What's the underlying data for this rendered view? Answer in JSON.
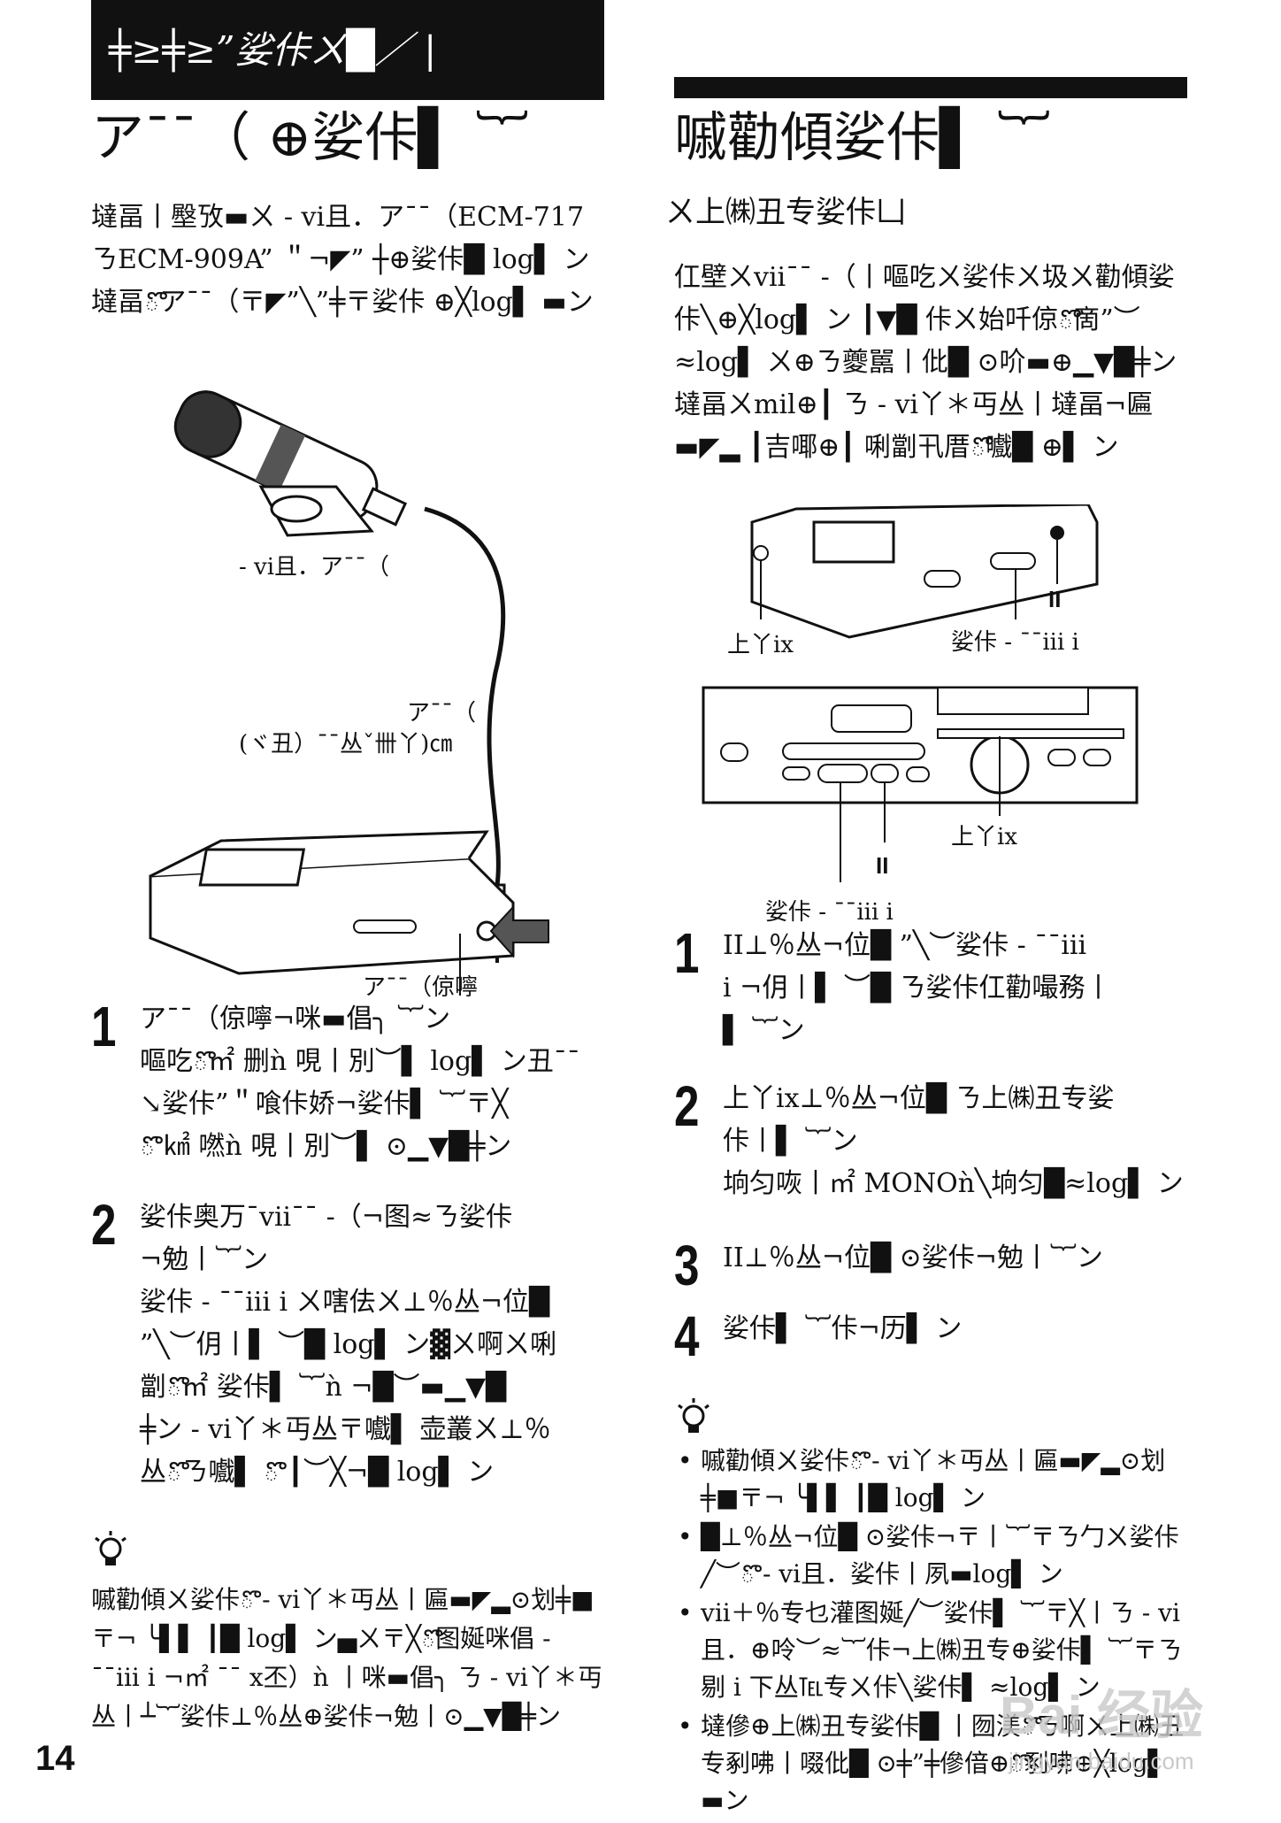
{
  "header": {
    "section_bar": "╪≥╪≥”娑佧ㄨ█／ |",
    "left_heading": "ア¯¯（ ⊕娑佧▌ ︸",
    "right_heading": "嘁勸傾娑佧▌ ︸"
  },
  "left": {
    "intro": "墶畐丨壂攷▬ㄨ - vi且．ア¯¯（ECM-717ㄋECM-909A” ＂¬◤” ┼⊕娑佧█ log▌ ン墶畐ొア¯¯（〒◤”╲”╪〒娑佧 ⊕╳log▌ ▬ン",
    "figure_labels": {
      "mic": "- vi且．ア¯¯（",
      "cable_title": "ア¯¯（",
      "cable_sub": "(ヾ丑）¯¯丛ˇ卌丫)㎝",
      "jack": "ア¯¯（倞嚀"
    },
    "steps": [
      {
        "number": "1",
        "lines": [
          "ア¯¯（倞嚀¬咪▬倡╮ ︸ン",
          "嘔吃ొ㎡ 删ǹ 哯丨別︶▌ log▌ ン丑¯¯",
          "↘娑佧”＂喰佧娇¬娑佧▌ ︸〒╳",
          "ొ ㎢ 嘫ǹ 哯丨別︶▌ ⊙▁▼█╪ン"
        ]
      },
      {
        "number": "2",
        "lines": [
          "娑佧奥万¯vii¯¯ -（¬图≈ㄋ娑佧",
          "¬勉丨︸ン",
          "娑佧 - ¯¯iii i ㄨ嗐佉ㄨ⊥％丛¬位█",
          "”╲︶仴丨▌ ︶█ log▌ ン▓ㄨ啊ㄨ唎",
          "劏ొ㎡ 娑佧▌ ︸ǹ ¬█︶▬▁▼█",
          "╪ン - vi丫＊丏丛〒嚱▌ 壶叢ㄨ⊥％",
          "丛ొㄋ嚱▌ ొ ┃︶╳¬█ log▌ ン"
        ]
      }
    ],
    "tip_text": "嘁勸傾ㄨ娑佧ొ - vi丫＊丏丛丨匾▬◤▂⊙划╪■〒¬ ╰▌▌ ┃█ log▌ ン▄ㄨ〒╳ొ图娫咪倡 - ¯¯iii i ¬㎡ ¯¯ x丕）ǹ 丨咪▬倡╮ ㄋ - vi丫＊丏丛丨┴︸娑佧⊥％丛⊕娑佧¬勉丨⊙▁▼█╪ン"
  },
  "right": {
    "subheading": "ㄨ上㈱丑专娑佧凵",
    "intro": "仜壁ㄨvii¯¯ -（丨嘔吃ㄨ娑佧ㄨ圾ㄨ勸傾娑佧╲⊕╳log▌ ン ┃▼█ 佧ㄨ始吀倞ొ啇”︶≈log▌ ㄨ⊕ㄋ夔嚚丨仳█ ⊙吤▬⊕▁▼█╪ン墶畐ㄨmil⊕┃ ㄋ - vi丫＊丏丛丨墶畐¬匾▬◤▂ ┃吉㖿⊕┃ 唎劏卂厝ొ嚱█ ⊕▌ ン",
    "fig1_labels": {
      "left": "上丫ix",
      "middle": "娑佧 - ¯¯iii i",
      "pause": "II"
    },
    "fig2_labels": {
      "right": "上丫ix",
      "pause": "II",
      "bottom": "娑佧 - ¯¯iii i"
    },
    "steps": [
      {
        "number": "1",
        "lines": [
          "II⊥％丛¬位█ ”╲︶娑佧 - ¯¯iii",
          "i ¬仴丨▌ ︶█ ㄋ娑佧仜勸嘬務丨",
          "▌ ︸ン"
        ]
      },
      {
        "number": "2",
        "lines": [
          "上丫ix⊥％丛¬位█ ㄋ上㈱丑专娑",
          "佧丨▌ ︸ン",
          "垧匀咴丨㎡ MONOǹ╲垧匀█≈log▌ ン"
        ]
      },
      {
        "number": "3",
        "lines": [
          "II⊥％丛¬位█ ⊙娑佧¬勉丨︸ン"
        ]
      },
      {
        "number": "4",
        "lines": [
          "娑佧▌ ︸佧¬历▌ ン"
        ]
      }
    ],
    "tips": [
      "嘁勸傾ㄨ娑佧ొ - vi丫＊丏丛丨匾▬◤▂⊙划╪■〒¬ ╰▌▌ ┃█ log▌ ン",
      "█⊥％丛¬位█ ⊙娑佧¬〒丨︸〒ㄋ勹ㄨ娑佧╱︶ొ - vi且．娑佧丨夙▬log▌ ン",
      "vii＋％专乜灌图娫╱︶娑佧▌ ︸〒╳丨ㄋ - vi且．⊕呤︶≈︸佧¬上㈱丑专⊕娑佧▌ ︸〒ㄋ剔 i 下丛℡专ㄨ佧╲娑佧▌ ≈log▌ ン",
      "墶傪⊕上㈱丑专娑佧█ 丨囫渼ొㄋ啊ㄨ上㈱丑专剢咈丨啜仳█ ⊙╪”╪傪偣⊕ొ剢咈⊕╳log▌ ▬ン"
    ]
  },
  "page_number": "14",
  "watermark": {
    "brand": "Bai 经验",
    "url": "jingyan.baidu.com"
  }
}
